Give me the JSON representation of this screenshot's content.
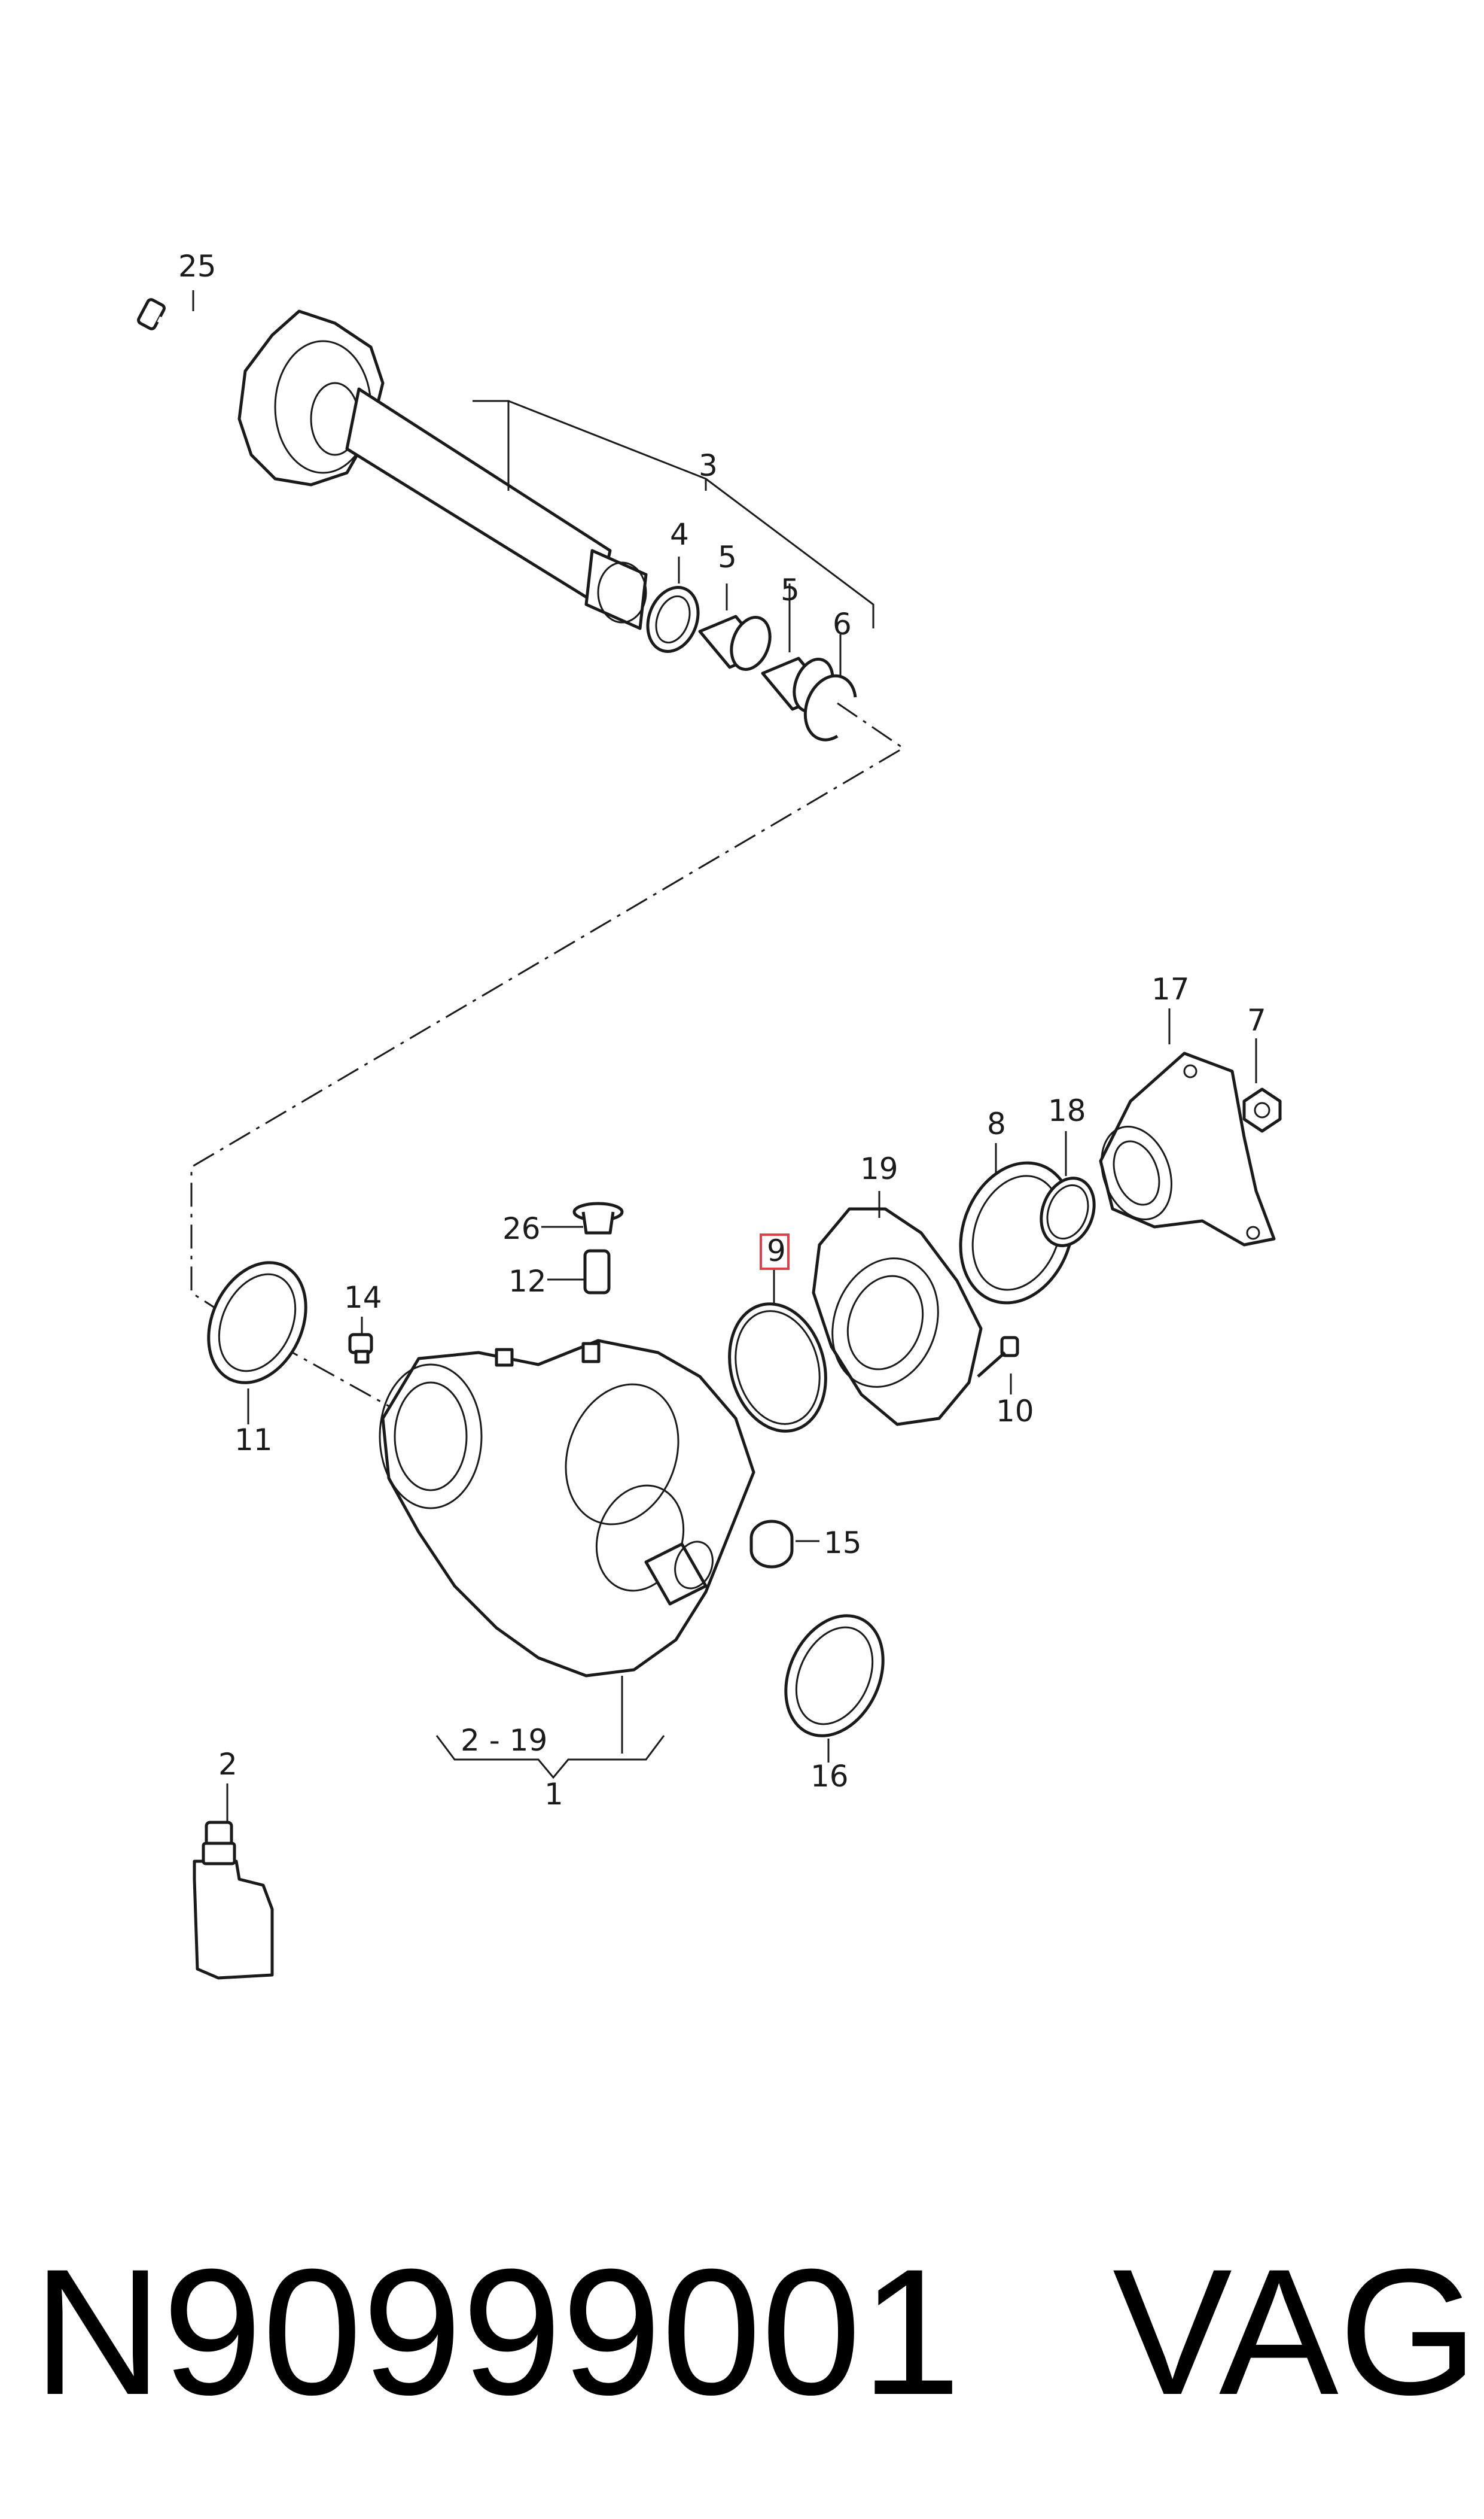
{
  "callouts": {
    "c25": "25",
    "c3": "3",
    "c4": "4",
    "c5a": "5",
    "c5b": "5",
    "c6": "6",
    "c17": "17",
    "c7": "7",
    "c8": "8",
    "c18": "18",
    "c19": "19",
    "c9": "9",
    "c26": "26",
    "c12": "12",
    "c14": "14",
    "c11": "11",
    "c10": "10",
    "c15": "15",
    "c16": "16",
    "c2_19": "2 - 19",
    "c1": "1",
    "c2": "2"
  },
  "highlighted_callout": "9",
  "highlight_color": "#e0404a",
  "footer": {
    "part_number": "N90999001",
    "brand": "VAG"
  }
}
